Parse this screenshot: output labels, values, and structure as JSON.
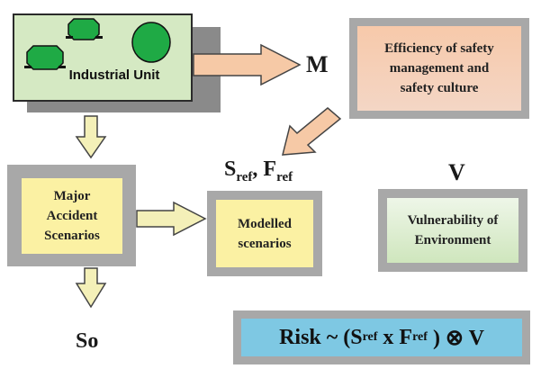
{
  "industrial_unit": {
    "label": "Industrial Unit"
  },
  "efficiency_box": {
    "text": "Efficiency of safety\nmanagement and\nsafety culture"
  },
  "major_box": {
    "text": "Major\nAccident\nScenarios"
  },
  "modelled_box": {
    "text": "Modelled\nscenarios"
  },
  "vulnerability_box": {
    "text": "Vulnerability of\nEnvironment"
  },
  "labels": {
    "M": "M",
    "S": "S",
    "ref1": "ref",
    "comma": ",",
    "F": "F",
    "ref2": "ref",
    "V": "V",
    "So": "So"
  },
  "risk": {
    "t1": "Risk ~ (S",
    "sub1": "ref",
    "t2": " x F",
    "sub2": "ref",
    "t3": " ) ⊗ V"
  },
  "colors": {
    "green_panel": "#d5e9c3",
    "efficiency_fill": "#f5c7a8",
    "yellow_fill": "#fbf1a3",
    "vulnerability_fill": "#e3f1d8",
    "risk_fill": "#7ec8e3",
    "grey_frame": "#a8a8a8",
    "machine_green": "#1faa45",
    "arrow_peach": "#f6c9a6",
    "arrow_yellow": "#f4f0b8"
  }
}
